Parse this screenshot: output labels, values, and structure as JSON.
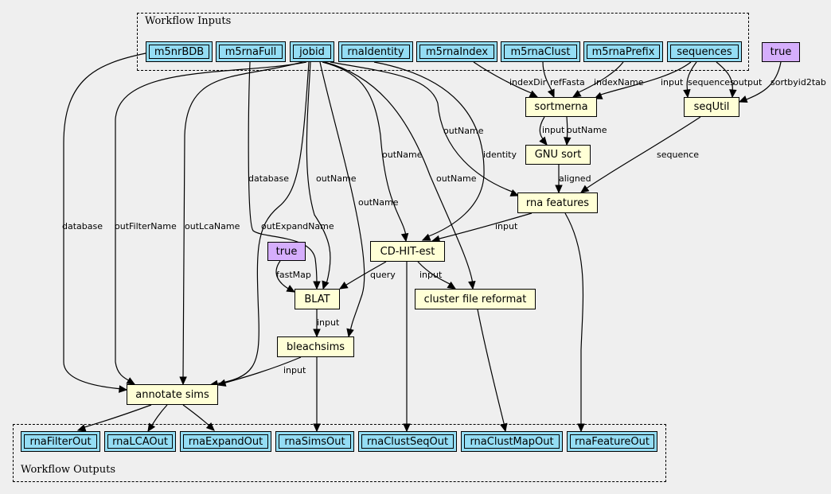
{
  "clusters": {
    "inputs": "Workflow Inputs",
    "outputs": "Workflow Outputs"
  },
  "nodes": {
    "m5nrBDB": "m5nrBDB",
    "m5rnaFull": "m5rnaFull",
    "jobid": "jobid",
    "rnaIdentity": "rnaIdentity",
    "m5rnaIndex": "m5rnaIndex",
    "m5rnaClust": "m5rnaClust",
    "m5rnaPrefix": "m5rnaPrefix",
    "sequences": "sequences",
    "true1": "true",
    "true2": "true",
    "sortmerna": "sortmerna",
    "seqUtil": "seqUtil",
    "gnusort": "GNU sort",
    "rnafeatures": "rna features",
    "cdhit": "CD-HIT-est",
    "blat": "BLAT",
    "clusterreformat": "cluster file reformat",
    "bleachsims": "bleachsims",
    "annotatesims": "annotate sims",
    "rnaFilterOut": "rnaFilterOut",
    "rnaLCAOut": "rnaLCAOut",
    "rnaExpandOut": "rnaExpandOut",
    "rnaSimsOut": "rnaSimsOut",
    "rnaClustSeqOut": "rnaClustSeqOut",
    "rnaClustMapOut": "rnaClustMapOut",
    "rnaFeatureOut": "rnaFeatureOut"
  },
  "edge_labels": {
    "e01": "indexDir",
    "e02": "refFasta",
    "e03": "indexName",
    "e04": "input",
    "e05": "sequences",
    "e06": "output",
    "e07": "sortbyid2tab",
    "e08": "input",
    "e09": "outName",
    "e10": "aligned",
    "e11": "sequence",
    "e12": "outName",
    "e13": "outName",
    "e14": "identity",
    "e15": "input",
    "e16": "outName",
    "e17": "input",
    "e18": "database",
    "e19": "outName",
    "e20": "fastMap",
    "e21": "query",
    "e22": "outName",
    "e23": "input",
    "e24": "input",
    "e25": "database",
    "e26": "outFilterName",
    "e27": "outLcaName",
    "e28": "outExpandName"
  }
}
